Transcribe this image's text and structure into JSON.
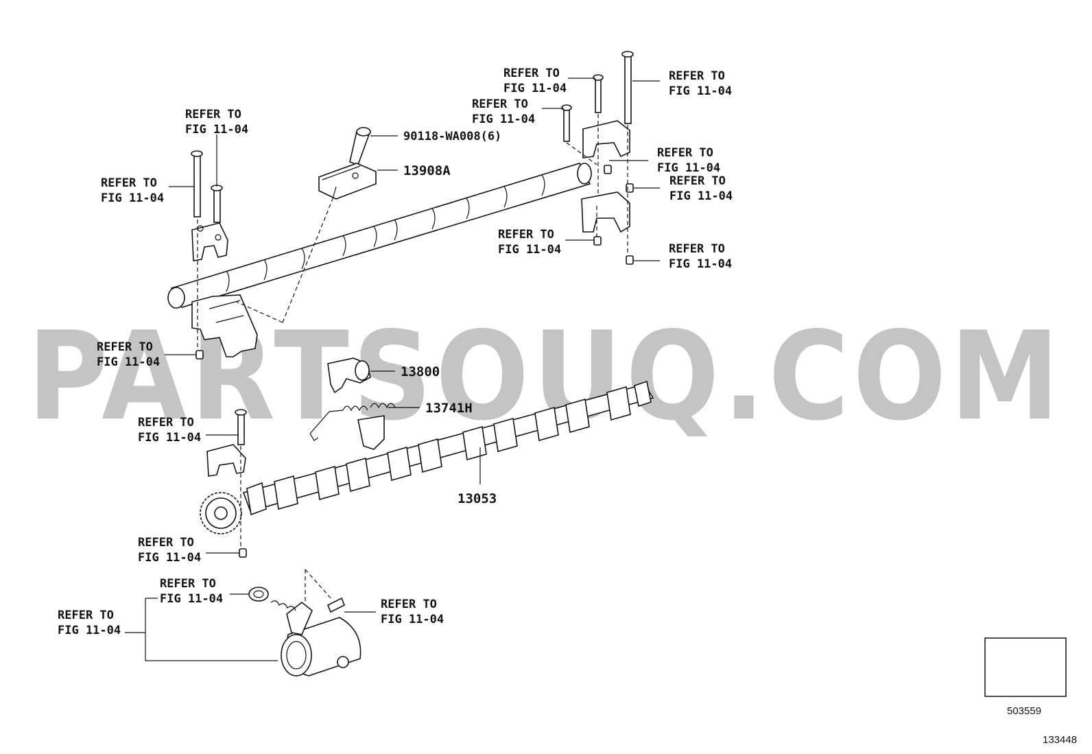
{
  "watermark": "PARTSOUQ.COM",
  "refer_line1": "REFER TO",
  "refer_line2": "FIG 11-04",
  "parts": {
    "bolt": "90118-WA008(6)",
    "bracket": "13908A",
    "chain_tensioner_slipper": "13800",
    "spring": "13741H",
    "camshaft": "13053"
  },
  "legend_box_code": "503559",
  "figure_number": "133448"
}
